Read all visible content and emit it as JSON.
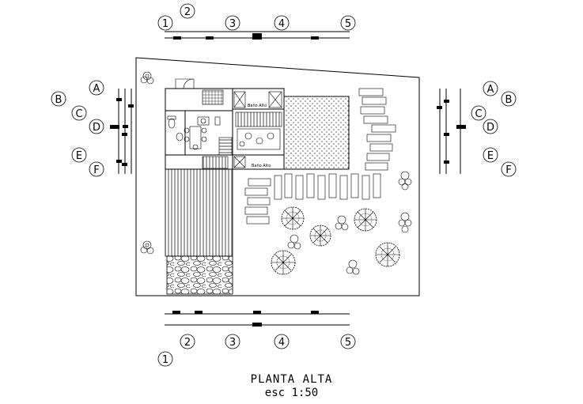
{
  "plan": {
    "title": "PLANTA ALTA",
    "scale": "esc 1:50",
    "room_label_1": "Baño Alto",
    "room_label_2": "Baño Alto"
  },
  "grid_columns": [
    "1",
    "2",
    "3",
    "4",
    "5"
  ],
  "grid_rows": [
    "A",
    "B",
    "C",
    "D",
    "E",
    "F"
  ]
}
